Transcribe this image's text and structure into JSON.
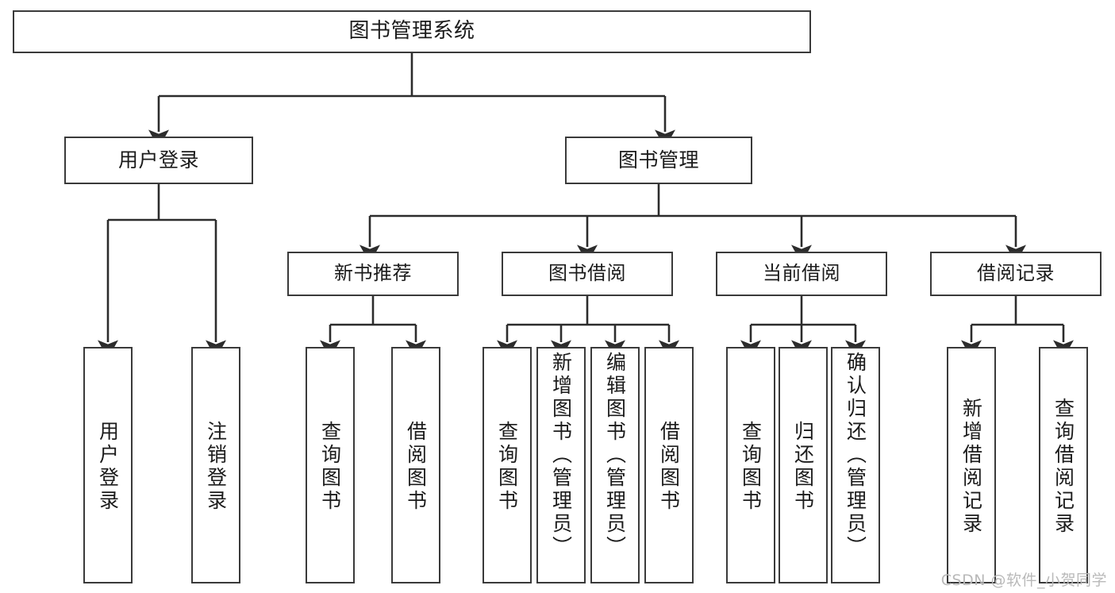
{
  "diagram": {
    "title": "图书管理系统",
    "watermark": "CSDN @软件_小贺同学",
    "root": {
      "label": "图书管理系统"
    },
    "level2": [
      {
        "label": "用户登录"
      },
      {
        "label": "图书管理"
      }
    ],
    "level3": [
      {
        "label": "新书推荐"
      },
      {
        "label": "图书借阅"
      },
      {
        "label": "当前借阅"
      },
      {
        "label": "借阅记录"
      }
    ],
    "leaves": [
      {
        "label": "用户登录"
      },
      {
        "label": "注销登录"
      },
      {
        "label": "查询图书"
      },
      {
        "label": "借阅图书"
      },
      {
        "label": "查询图书"
      },
      {
        "label": "新增图书（管理员）"
      },
      {
        "label": "编辑图书（管理员）"
      },
      {
        "label": "借阅图书"
      },
      {
        "label": "查询图书"
      },
      {
        "label": "归还图书"
      },
      {
        "label": "确认归还（管理员）"
      },
      {
        "label": "新增借阅记录"
      },
      {
        "label": "查询借阅记录"
      }
    ],
    "colors": {
      "stroke": "#3a3a3a",
      "fill": "#ffffff",
      "text": "#1b1b1b",
      "watermark": "#b9b9b9"
    }
  }
}
